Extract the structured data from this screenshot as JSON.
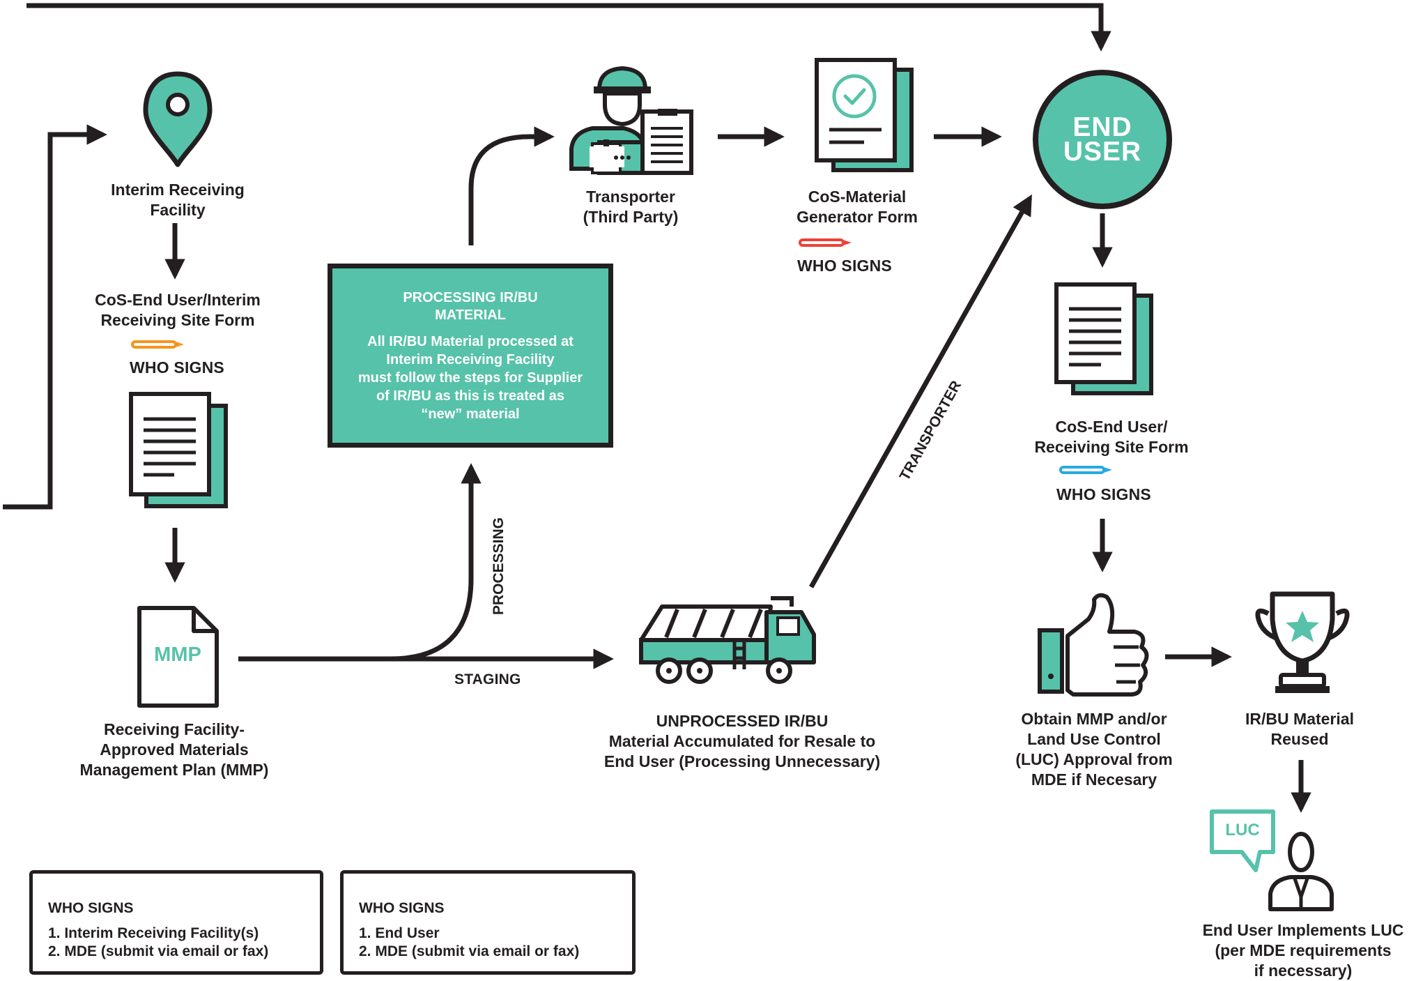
{
  "end_user": {
    "line1": "END",
    "line2": "USER"
  },
  "labels": {
    "interim_facility": "Interim Receiving\nFacility",
    "cos_end_user_interim": "CoS-End User/Interim\nReceiving Site Form",
    "mmp_icon_text": "MMP",
    "mmp_plan": "Receiving Facility-\nApproved Materials\nManagement Plan (MMP)",
    "transporter_third_party": "Transporter\n(Third Party)",
    "cos_material_generator": "CoS-Material\nGenerator Form",
    "cos_end_user_receiving": "CoS-End User/\nReceiving Site Form",
    "unprocessed": "UNPROCESSED IR/BU\nMaterial Accumulated for Resale to\nEnd User (Processing Unnecessary)",
    "obtain_mmp": "Obtain MMP and/or\nLand Use Control\n(LUC) Approval from\nMDE if Necesary",
    "reused": "IR/BU Material\nReused",
    "implements_luc": "End User Implements LUC\n(per MDE requirements\nif necessary)",
    "luc_bubble": "LUC"
  },
  "who_signs": "WHO SIGNS",
  "edge_labels": {
    "staging": "STAGING",
    "processing": "PROCESSING",
    "transporter": "TRANSPORTER"
  },
  "processing_box": {
    "title": "PROCESSING IR/BU\nMATERIAL",
    "body": "All IR/BU Material processed at\nInterim Receiving Facility\nmust follow the steps for Supplier\nof IR/BU as this is treated as\n“new” material"
  },
  "legend": [
    {
      "title": "WHO SIGNS",
      "items": [
        "1.  Interim Receiving Facility(s)",
        "2. MDE (submit via email or fax)"
      ],
      "pen_color": "#f7941d"
    },
    {
      "title": "WHO SIGNS",
      "items": [
        "1. End User",
        "2. MDE (submit via email or fax)"
      ],
      "pen_color": "#27aae1"
    }
  ],
  "colors": {
    "teal": "#56c2a9",
    "ink": "#231f20",
    "orange_pen": "#f7941d",
    "red_pen": "#ef4136",
    "blue_pen": "#27aae1"
  },
  "icons": [
    "location-pin-icon",
    "document-icon",
    "mmp-document-icon",
    "worker-icon",
    "certificate-icon",
    "dump-truck-icon",
    "thumbs-up-icon",
    "trophy-icon",
    "luc-speech-bubble-icon",
    "person-icon",
    "pen-icon",
    "arrow-icon"
  ]
}
